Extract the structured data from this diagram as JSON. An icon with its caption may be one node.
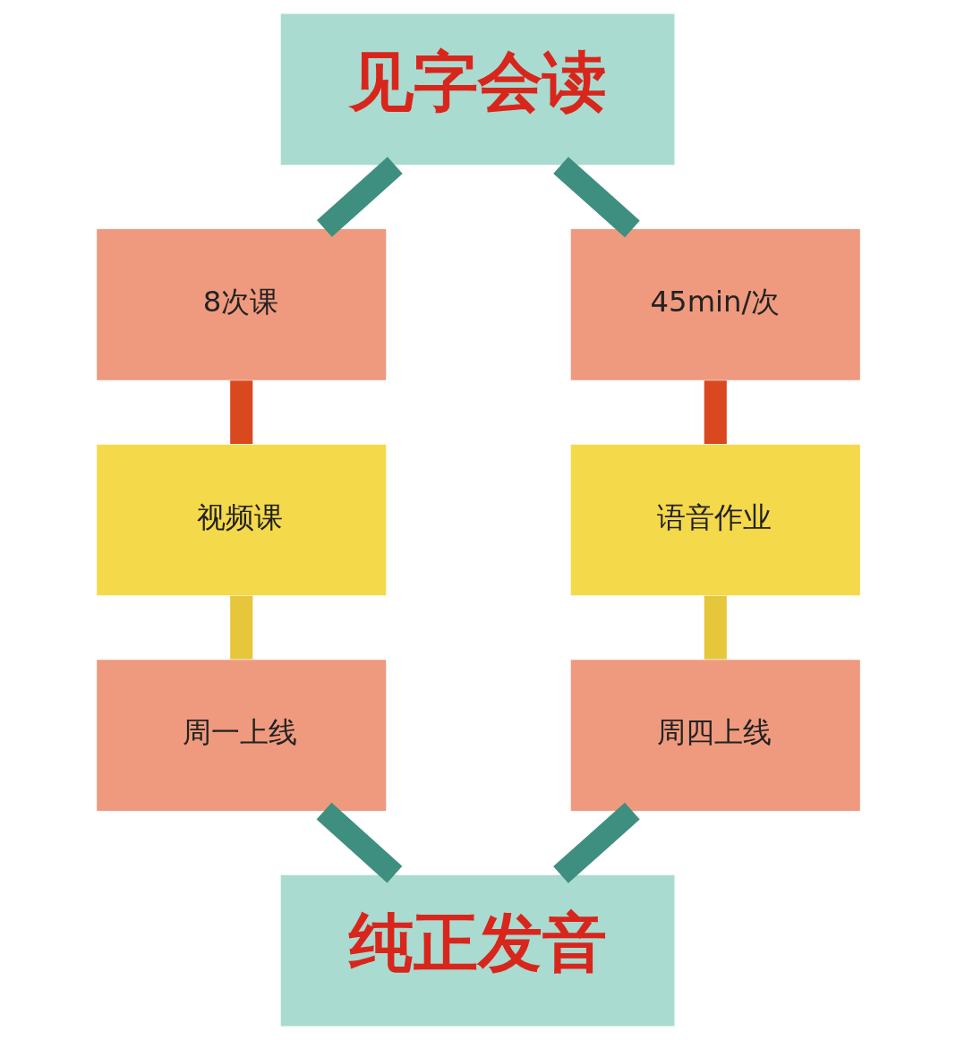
{
  "diagram": {
    "nodes": [
      {
        "text": [
          "见字会读"
        ]
      },
      {
        "text": [
          "8次课"
        ]
      },
      {
        "text": [
          "45min/次"
        ]
      },
      {
        "text": [
          "视频课"
        ]
      },
      {
        "text": [
          "语音作业"
        ]
      },
      {
        "text": [
          "周一上线"
        ]
      },
      {
        "text": [
          "周四上线"
        ]
      },
      {
        "text": [
          "纯正发音"
        ]
      }
    ],
    "edges": [
      {
        "from": 0,
        "to": 1,
        "arrow": "none"
      },
      {
        "from": 0,
        "to": 2,
        "arrow": "none"
      },
      {
        "from": 1,
        "to": 3,
        "arrow": "none",
        "color": "#d9481f"
      },
      {
        "from": 2,
        "to": 4,
        "arrow": "none",
        "color": "#d9481f"
      },
      {
        "from": 3,
        "to": 5,
        "arrow": "none",
        "color": "#e6c63a"
      },
      {
        "from": 4,
        "to": 6,
        "arrow": "none",
        "color": "#e6c63a"
      },
      {
        "from": 5,
        "to": 7,
        "arrow": "none"
      },
      {
        "from": 6,
        "to": 7,
        "arrow": "none"
      }
    ]
  }
}
